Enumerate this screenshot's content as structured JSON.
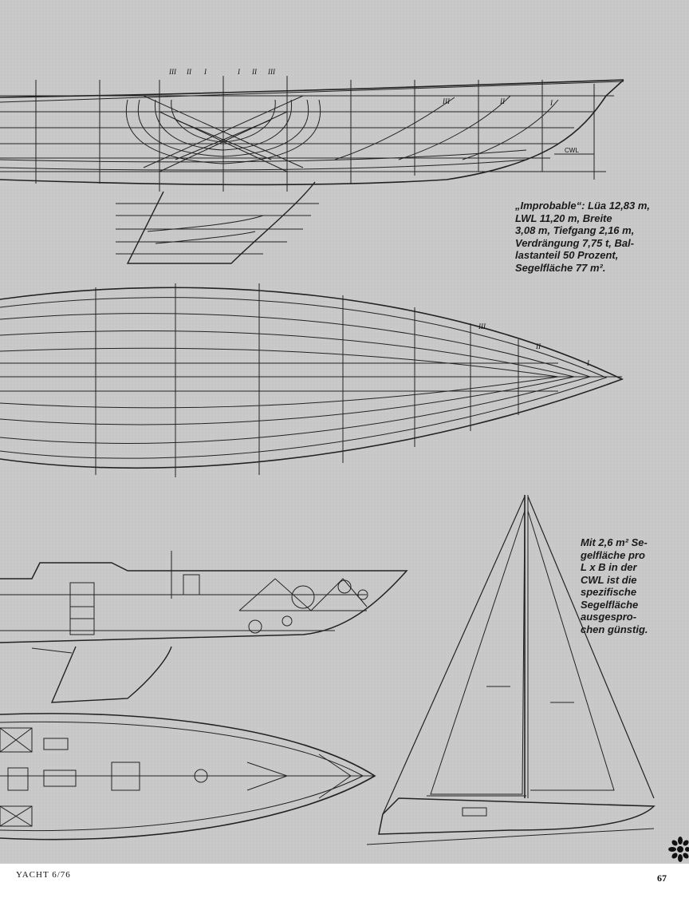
{
  "captions": {
    "specs_lines": [
      "„Improbable“: Lüa 12,83 m,",
      "LWL 11,20 m, Breite",
      "3,08 m, Tiefgang 2,16 m,",
      "Verdrängung 7,75 t, Bal-",
      "lastanteil 50 Prozent,",
      "Segelfläche 77 m²."
    ],
    "sail_lines": [
      "Mit 2,6 m² Se-",
      "gelfläche pro",
      "L x B in der",
      "CWL ist die",
      "spezifische",
      "Segelfläche",
      "ausgespro-",
      "chen günstig."
    ]
  },
  "drawing_labels": {
    "cwl": "CWL",
    "station_top": [
      "III",
      "II",
      "I",
      "I",
      "II",
      "III"
    ],
    "station_bow": [
      "III",
      "II",
      "I"
    ],
    "station_plan": [
      "III",
      "II",
      "I"
    ]
  },
  "footer": {
    "magazine": "YACHT 6/76",
    "page_number": "67"
  },
  "colors": {
    "paper": "#c9c9c9",
    "ink": "#1a1a1a"
  }
}
